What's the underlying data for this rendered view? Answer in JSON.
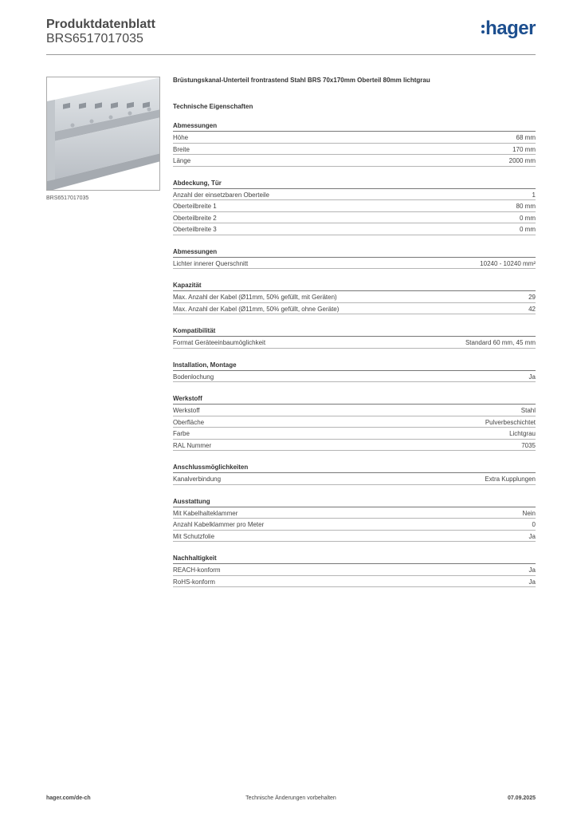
{
  "header": {
    "title": "Produktdatenblatt",
    "code": "BRS6517017035",
    "logo_text": "hager"
  },
  "image": {
    "caption": "BRS6517017035"
  },
  "product_title": "Brüstungskanal-Unterteil frontrastend Stahl BRS 70x170mm Oberteil 80mm lichtgrau",
  "section_main": "Technische Eigenschaften",
  "sections": [
    {
      "title": "Abmessungen",
      "rows": [
        {
          "label": "Höhe",
          "value": "68 mm"
        },
        {
          "label": "Breite",
          "value": "170 mm"
        },
        {
          "label": "Länge",
          "value": "2000 mm"
        }
      ]
    },
    {
      "title": "Abdeckung, Tür",
      "rows": [
        {
          "label": "Anzahl der einsetzbaren Oberteile",
          "value": "1"
        },
        {
          "label": "Oberteilbreite 1",
          "value": "80 mm"
        },
        {
          "label": "Oberteilbreite 2",
          "value": "0 mm"
        },
        {
          "label": "Oberteilbreite 3",
          "value": "0 mm"
        }
      ]
    },
    {
      "title": "Abmessungen",
      "rows": [
        {
          "label": "Lichter innerer Querschnitt",
          "value": "10240 - 10240 mm²"
        }
      ]
    },
    {
      "title": "Kapazität",
      "rows": [
        {
          "label": "Max. Anzahl der Kabel (Ø11mm, 50% gefüllt, mit Geräten)",
          "value": "29"
        },
        {
          "label": "Max. Anzahl der Kabel (Ø11mm, 50% gefüllt, ohne Geräte)",
          "value": "42"
        }
      ]
    },
    {
      "title": "Kompatibilität",
      "rows": [
        {
          "label": "Format Geräteeinbaumöglichkeit",
          "value": "Standard 60 mm, 45 mm"
        }
      ]
    },
    {
      "title": "Installation, Montage",
      "rows": [
        {
          "label": "Bodenlochung",
          "value": "Ja"
        }
      ]
    },
    {
      "title": "Werkstoff",
      "rows": [
        {
          "label": "Werkstoff",
          "value": "Stahl"
        },
        {
          "label": "Oberfläche",
          "value": "Pulverbeschichtet"
        },
        {
          "label": "Farbe",
          "value": "Lichtgrau"
        },
        {
          "label": "RAL Nummer",
          "value": "7035"
        }
      ]
    },
    {
      "title": "Anschlussmöglichkeiten",
      "rows": [
        {
          "label": "Kanalverbindung",
          "value": "Extra Kupplungen"
        }
      ]
    },
    {
      "title": "Ausstattung",
      "rows": [
        {
          "label": "Mit Kabelhalteklammer",
          "value": "Nein"
        },
        {
          "label": "Anzahl Kabelklammer pro Meter",
          "value": "0"
        },
        {
          "label": "Mit Schutzfolie",
          "value": "Ja"
        }
      ]
    },
    {
      "title": "Nachhaltigkeit",
      "rows": [
        {
          "label": "REACH-konform",
          "value": "Ja"
        },
        {
          "label": "RoHS-konform",
          "value": "Ja"
        }
      ]
    }
  ],
  "footer": {
    "left": "hager.com/de-ch",
    "center": "Technische Änderungen vorbehalten",
    "right": "07.09.2025"
  },
  "colors": {
    "brand": "#1d4f8f",
    "text": "#333333",
    "rule": "#b5b5b5"
  }
}
